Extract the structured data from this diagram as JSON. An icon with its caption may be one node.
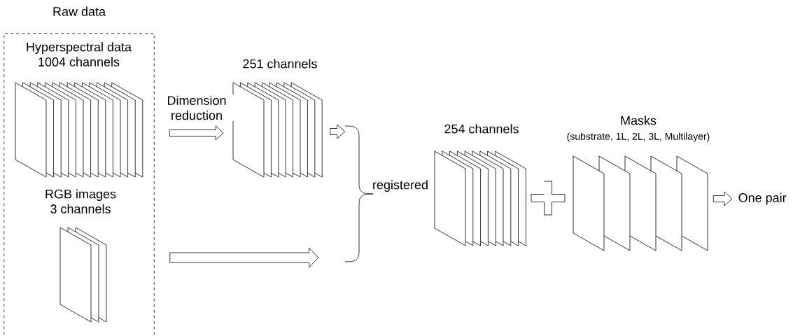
{
  "diagram": {
    "nodes": [
      {
        "text": [
          "Raw data"
        ]
      },
      {
        "text": [
          "Hyperspectral data 1004 channels"
        ],
        "in": 0
      },
      {
        "text": [
          "RGB images 3 channels"
        ],
        "in": 0
      },
      {
        "text": [
          "251 channels"
        ]
      },
      {
        "text": [
          "registered"
        ]
      },
      {
        "text": [
          "254 channels"
        ]
      },
      {
        "text": [
          "Masks",
          "(substrate, 1L, 2L, 3L, Multilayer)"
        ]
      },
      {
        "text": [
          "One pair"
        ]
      }
    ],
    "edges": [
      {
        "from": 1,
        "to": 3,
        "arrow": "to",
        "label": "Dimension reduction"
      },
      {
        "from": 3,
        "to": 4,
        "arrow": "to"
      },
      {
        "from": 2,
        "to": 4,
        "arrow": "to"
      },
      {
        "from": 6,
        "to": 7,
        "arrow": "to"
      }
    ]
  }
}
